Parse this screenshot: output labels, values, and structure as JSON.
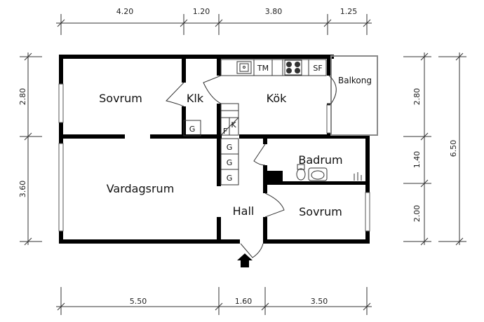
{
  "rooms": {
    "sovrum1": "Sovrum",
    "klk": "Klk",
    "kok": "Kök",
    "balkong": "Balkong",
    "vardagsrum": "Vardagsrum",
    "badrum": "Badrum",
    "hall": "Hall",
    "sovrum2": "Sovrum"
  },
  "fixtures": {
    "tm": "TM",
    "sf": "SF",
    "g_klk": "G",
    "f": "F",
    "k": "K",
    "g1": "G",
    "g2": "G",
    "g3": "G"
  },
  "dimensions": {
    "top": [
      "4.20",
      "1.20",
      "3.80",
      "1.25"
    ],
    "bottom": [
      "5.50",
      "1.60",
      "3.50"
    ],
    "left": [
      "2.80",
      "3.60"
    ],
    "right_inner": [
      "2.80",
      "1.40",
      "2.00"
    ],
    "right_outer": "6.50"
  },
  "colors": {
    "wall": "#000000",
    "line": "#555555",
    "balcony": "#888888"
  }
}
